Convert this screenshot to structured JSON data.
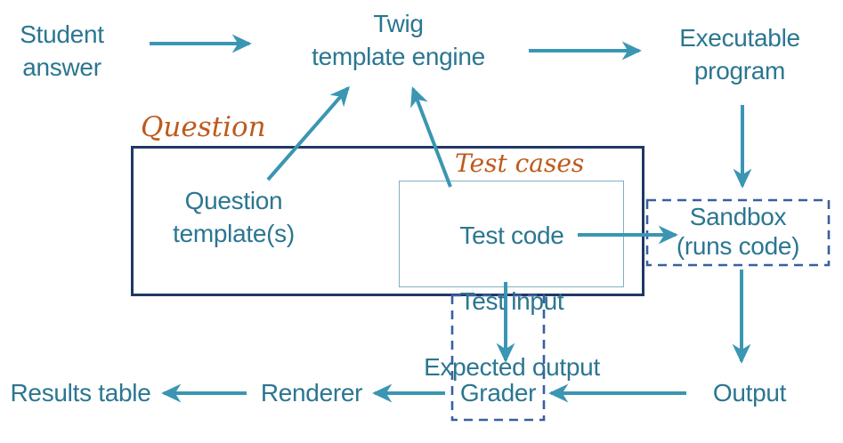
{
  "colors": {
    "text_teal": "#2b7691",
    "arrow_teal": "#3a96b3",
    "box_navy": "#203864",
    "dashed_blue": "#3a5fa0",
    "inner_box_blue": "#7fb0c4",
    "label_orange": "#bd5a1c",
    "background": "#ffffff"
  },
  "nodes": {
    "student_answer": "Student\nanswer",
    "twig_engine": "Twig\ntemplate engine",
    "executable_program": "Executable\nprogram",
    "question_label": "Question",
    "question_templates": "Question\ntemplate(s)",
    "test_cases_label": "Test cases",
    "test_code": "Test code",
    "test_input": "Test input",
    "expected_output": "Expected output",
    "sandbox": "Sandbox\n(runs code)",
    "output": "Output",
    "grader": "Grader",
    "renderer": "Renderer",
    "results_table": "Results table"
  },
  "edges": [
    {
      "from": "Student answer",
      "to": "Twig template engine"
    },
    {
      "from": "Twig template engine",
      "to": "Executable program"
    },
    {
      "from": "Question template(s)",
      "to": "Twig template engine"
    },
    {
      "from": "Test code",
      "to": "Twig template engine"
    },
    {
      "from": "Test input",
      "to": "Sandbox (runs code)"
    },
    {
      "from": "Executable program",
      "to": "Sandbox (runs code)"
    },
    {
      "from": "Sandbox (runs code)",
      "to": "Output"
    },
    {
      "from": "Expected output",
      "to": "Grader"
    },
    {
      "from": "Output",
      "to": "Grader"
    },
    {
      "from": "Grader",
      "to": "Renderer"
    },
    {
      "from": "Renderer",
      "to": "Results table"
    }
  ]
}
